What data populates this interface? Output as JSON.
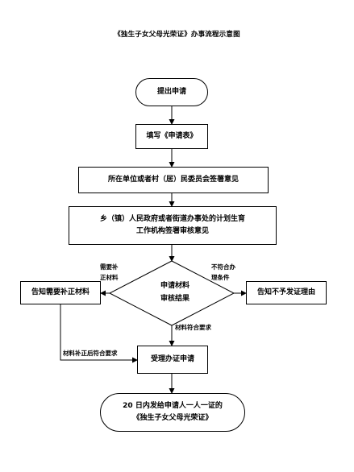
{
  "title": "《独生子女父母光荣证》办事流程示意图",
  "nodes": {
    "submit": "提出申请",
    "fill_form": "填写《申请表》",
    "unit_opinion": "所在单位或者村（居）民委员会签署意见",
    "township_line1": "乡（镇）人民政府或者街道办事处的计划生育",
    "township_line2": "工作机构签署审核意见",
    "decision_line1": "申请材料",
    "decision_line2": "审核结果",
    "notify_supplement": "告知需要补正材料",
    "notify_reject": "告知不予发证理由",
    "accept": "受理办证申请",
    "issue_line1": "20 日内发给申请人一人一证的",
    "issue_line2": "《独生子女父母光荣证》"
  },
  "edge_labels": {
    "need_supplement_1": "需要补",
    "need_supplement_2": "正材料",
    "not_qualified_1": "不符合办",
    "not_qualified_2": "理条件",
    "qualified": "材料符合要求",
    "after_supplement": "材料补正后符合要求"
  }
}
